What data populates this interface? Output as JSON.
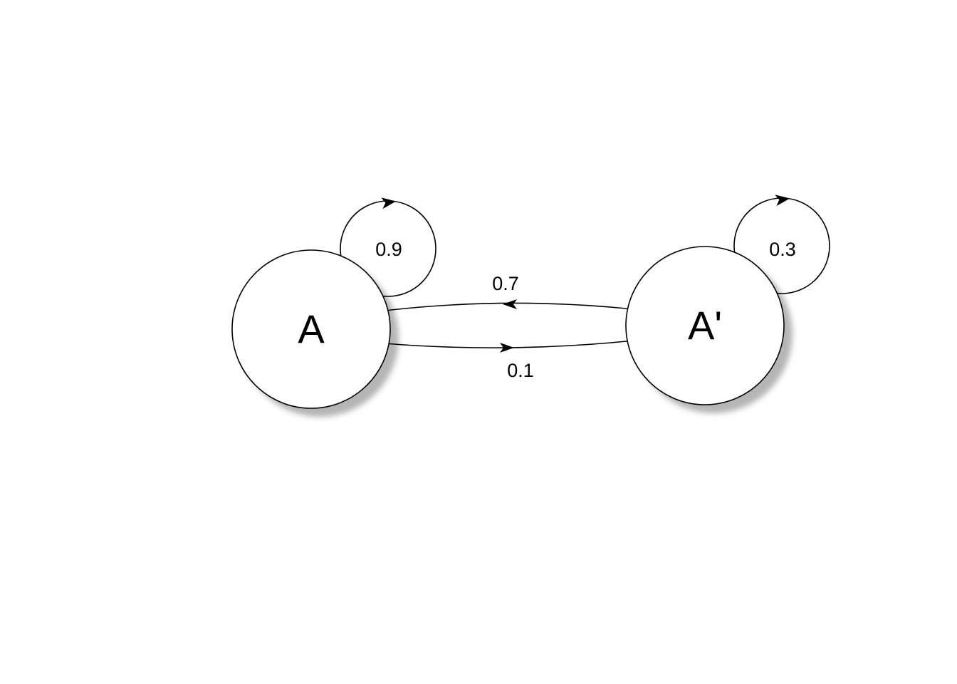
{
  "diagram": {
    "type": "state-transition-diagram",
    "background_color": "#ffffff",
    "stroke_color": "#000000",
    "node_fill_color": "#ffffff",
    "shadow_color": "#b5b5b5",
    "nodes": [
      {
        "id": "A",
        "label": "A",
        "self_loop_label": "0.9"
      },
      {
        "id": "A-prime",
        "label": "A'",
        "self_loop_label": "0.3"
      }
    ],
    "edges": [
      {
        "from": "A-prime",
        "to": "A",
        "label": "0.7",
        "direction": "left"
      },
      {
        "from": "A",
        "to": "A-prime",
        "label": "0.1",
        "direction": "right"
      }
    ]
  }
}
